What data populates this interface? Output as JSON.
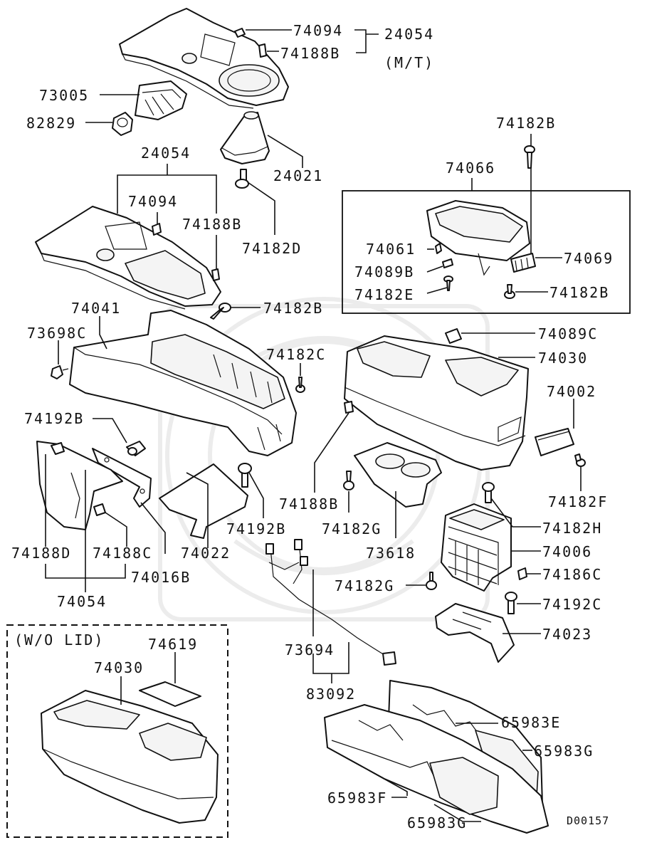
{
  "diagram_id": "D00157",
  "labels": {
    "p24054_top": "24054",
    "mt_note": "(M/T)",
    "p74094_top": "74094",
    "p74188B_top": "74188B",
    "p73005": "73005",
    "p82829": "82829",
    "p24054_mid": "24054",
    "p24021": "24021",
    "p74094_mid": "74094",
    "p74188B_mid": "74188B",
    "p74182D": "74182D",
    "p74182B_top": "74182B",
    "p74066": "74066",
    "p74061": "74061",
    "p74089B": "74089B",
    "p74182E": "74182E",
    "p74069": "74069",
    "p74182B_box": "74182B",
    "p74041": "74041",
    "p74182B_mid": "74182B",
    "p73698C": "73698C",
    "p74182C": "74182C",
    "p74089C": "74089C",
    "p74030_top": "74030",
    "p74002": "74002",
    "p74192B_top": "74192B",
    "p74182F": "74182F",
    "p74188B_low": "74188B",
    "p74182G_mid": "74182G",
    "p74192B_mid": "74192B",
    "p74182H": "74182H",
    "p74188D": "74188D",
    "p74188C": "74188C",
    "p74022": "74022",
    "p73618": "73618",
    "p74006": "74006",
    "p74016B": "74016B",
    "p74186C": "74186C",
    "p74182G_low": "74182G",
    "p74054": "74054",
    "p74192C": "74192C",
    "p74023": "74023",
    "wo_lid": "(W/O LID)",
    "p74619": "74619",
    "p74030_low": "74030",
    "p73694": "73694",
    "p83092": "83092",
    "p65983E": "65983E",
    "p65983G_right": "65983G",
    "p65983F": "65983F",
    "p65983G_low": "65983G",
    "diagram_code": "D00157"
  }
}
